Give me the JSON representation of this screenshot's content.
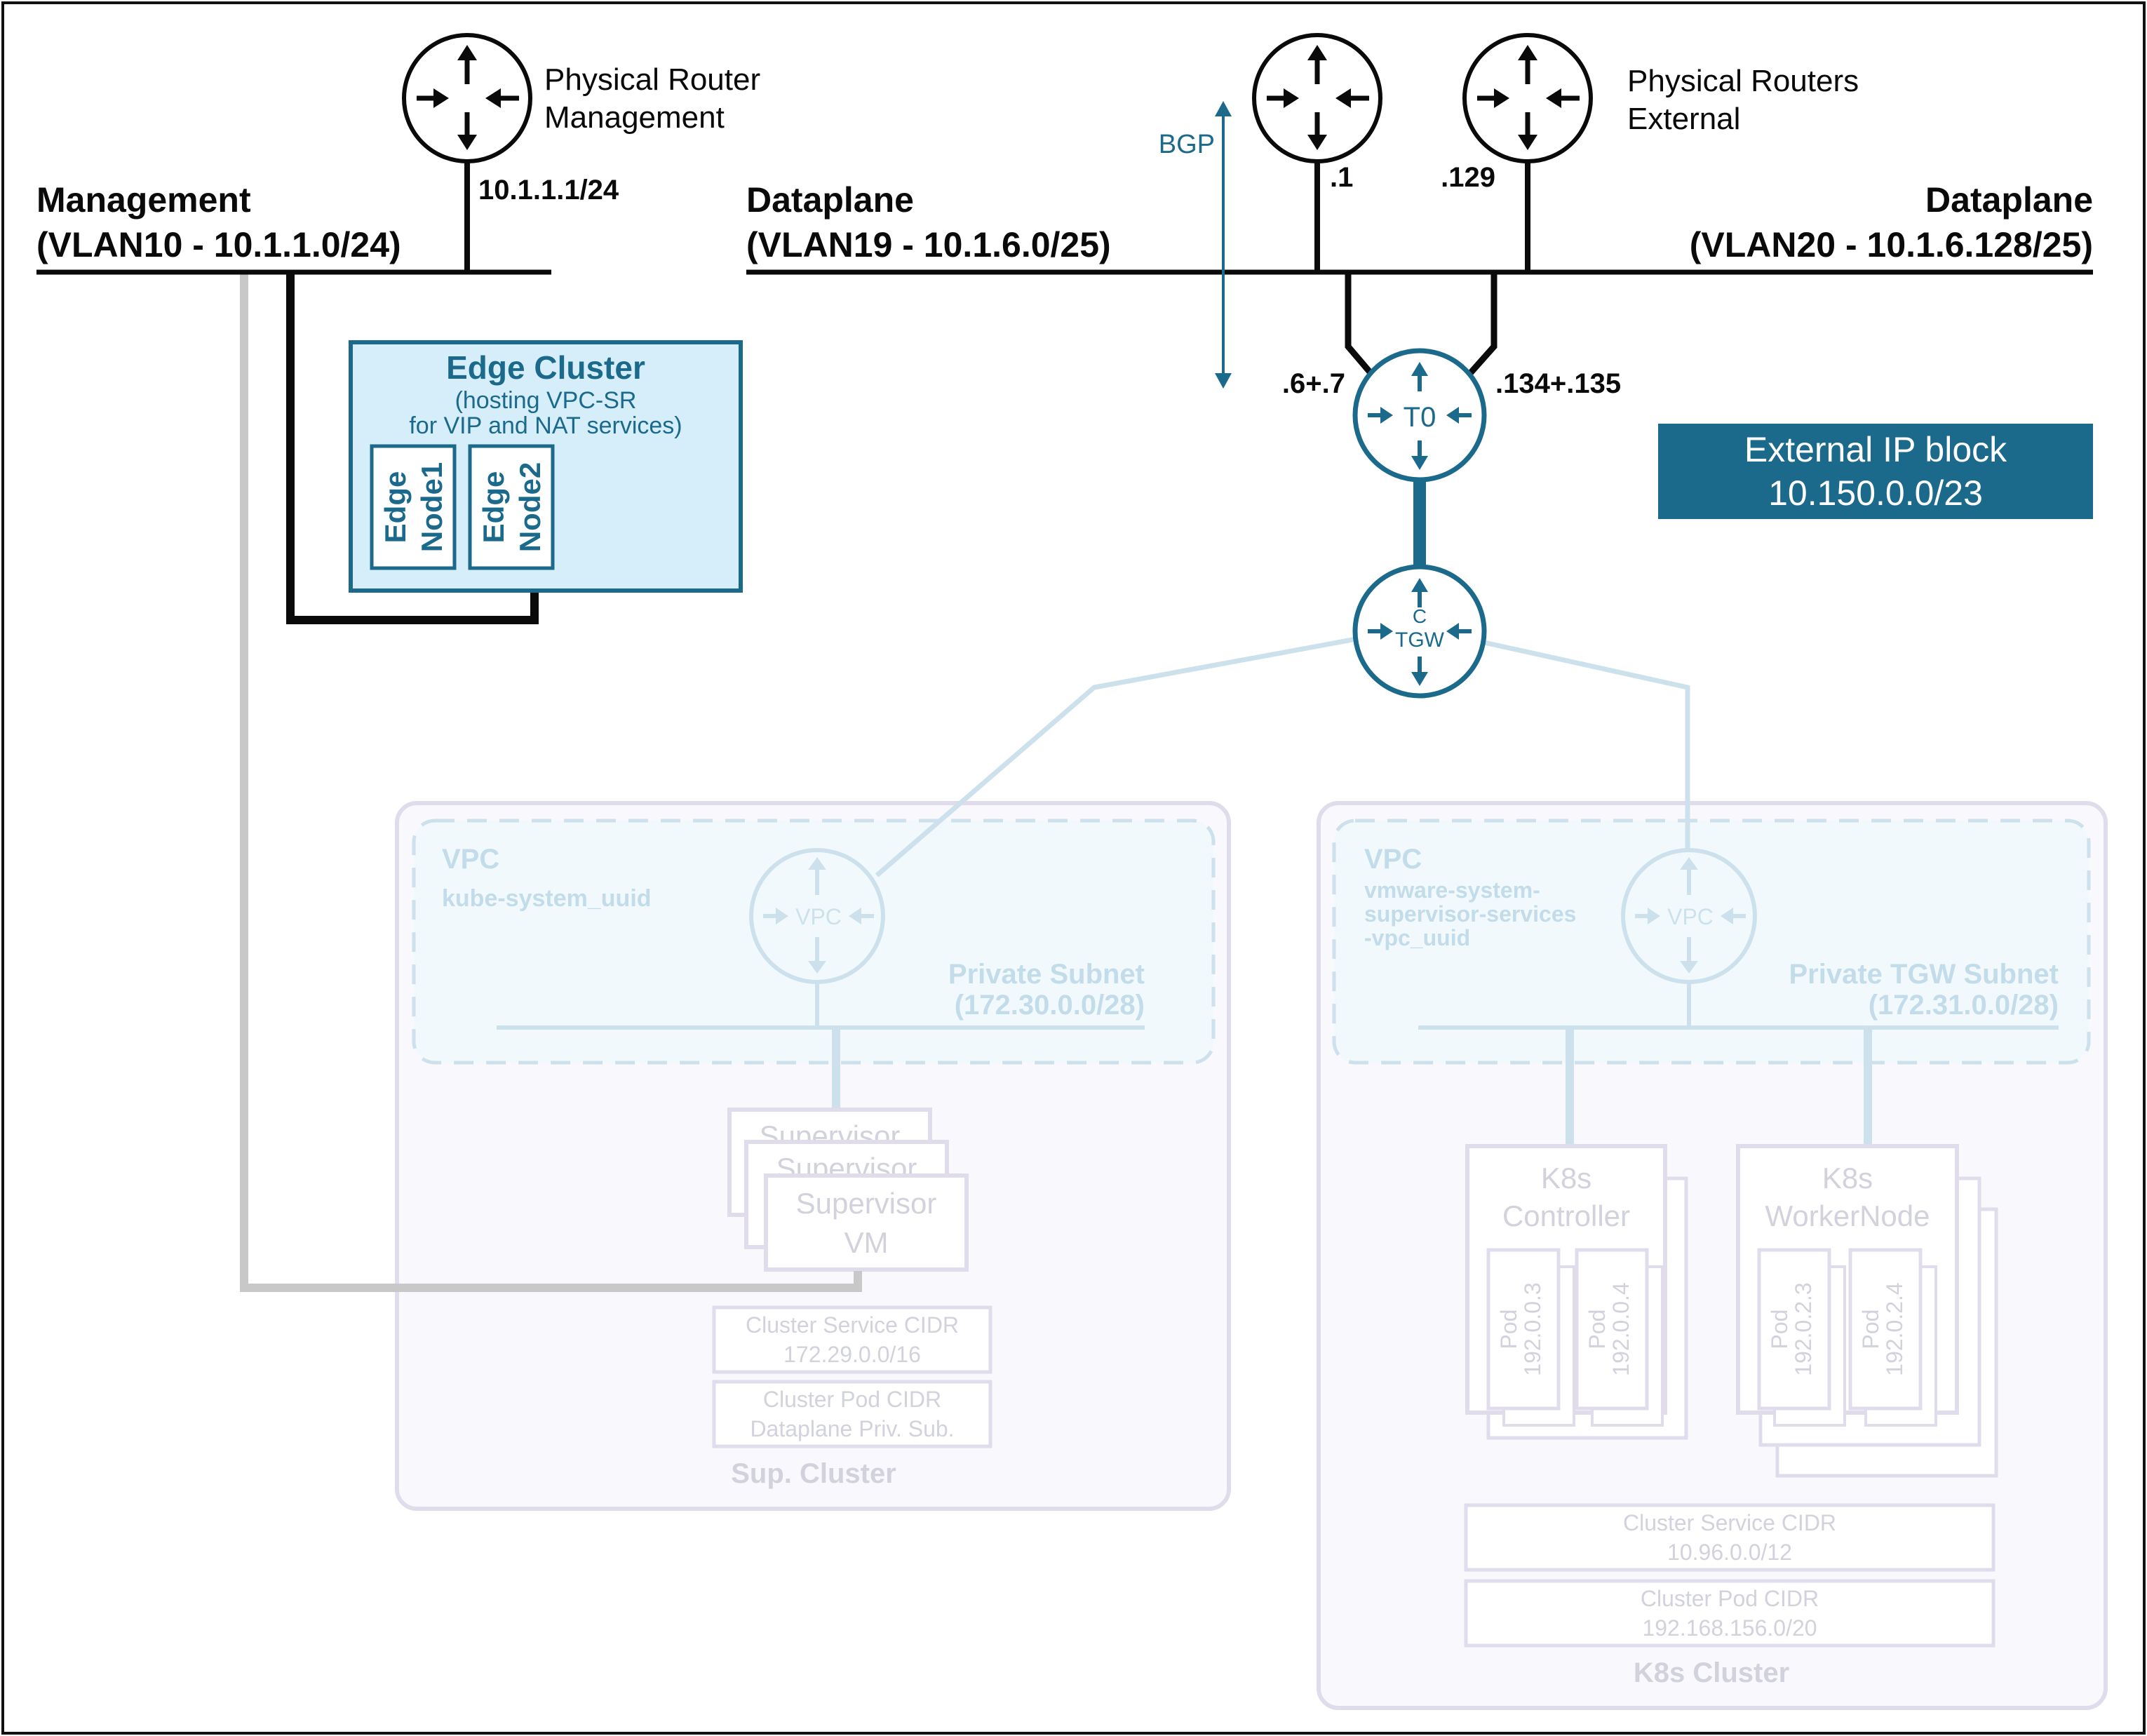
{
  "mgmt_router": {
    "label1": "Physical Router",
    "label2": "Management",
    "ip": "10.1.1.1/24"
  },
  "ext_routers": {
    "label1": "Physical Routers",
    "label2": "External",
    "ip_left": ".1",
    "ip_right": ".129"
  },
  "bgp": "BGP",
  "vlan10": {
    "title": "Management",
    "subtitle": "(VLAN10 - 10.1.1.0/24)"
  },
  "vlan19": {
    "title": "Dataplane",
    "subtitle": "(VLAN19 - 10.1.6.0/25)"
  },
  "vlan20": {
    "title": "Dataplane",
    "subtitle": "(VLAN20 - 10.1.6.128/25)"
  },
  "t0": {
    "label": "T0",
    "ip_left": ".6+.7",
    "ip_right": ".134+.135"
  },
  "tgw": {
    "label1": "C",
    "label2": "TGW"
  },
  "external_ip_block": {
    "line1": "External IP block",
    "line2": "10.150.0.0/23"
  },
  "edge_cluster": {
    "title": "Edge Cluster",
    "line1": "(hosting VPC-SR",
    "line2": "for VIP and NAT services)",
    "node1": {
      "l1": "Edge",
      "l2": "Node1"
    },
    "node2": {
      "l1": "Edge",
      "l2": "Node2"
    }
  },
  "sup_cluster": {
    "label": "Sup. Cluster",
    "vpc_label": "VPC",
    "vpc_name": "kube-system_uuid",
    "vpc_router": "VPC",
    "subnet_label": "Private Subnet",
    "subnet_cidr": "(172.30.0.0/28)",
    "vm_back": "Supervisor",
    "vm_front1": "Supervisor",
    "vm_front2": "VM",
    "svc_cidr_label": "Cluster Service CIDR",
    "svc_cidr_value": "172.29.0.0/16",
    "pod_cidr_label": "Cluster Pod CIDR",
    "pod_cidr_value": "Dataplane Priv. Sub."
  },
  "k8s_cluster": {
    "label": "K8s Cluster",
    "vpc_label": "VPC",
    "vpc_name1": "vmware-system-",
    "vpc_name2": "supervisor-services",
    "vpc_name3": "-vpc_uuid",
    "vpc_router": "VPC",
    "subnet_label": "Private TGW Subnet",
    "subnet_cidr": "(172.31.0.0/28)",
    "controller": {
      "l1": "K8s",
      "l2": "Controller",
      "pods": [
        {
          "l1": "Pod",
          "l2": "192.0.0.3"
        },
        {
          "l1": "Pod",
          "l2": "192.0.0.4"
        }
      ]
    },
    "worker": {
      "l1": "K8s",
      "l2": "WorkerNode",
      "pods": [
        {
          "l1": "Pod",
          "l2": "192.0.2.3"
        },
        {
          "l1": "Pod",
          "l2": "192.0.2.4"
        }
      ]
    },
    "svc_cidr_label": "Cluster Service CIDR",
    "svc_cidr_value": "10.96.0.0/12",
    "pod_cidr_label": "Cluster Pod CIDR",
    "pod_cidr_value": "192.168.156.0/20"
  },
  "colors": {
    "dark": "#0a0a0a",
    "teal": "#1b6a8c",
    "grey": "#c8c8c8",
    "faded_line": "#cde1ec",
    "faded_text": "#d2d2dc",
    "faded_blue_text": "#c2dce9",
    "cluster_border": "#e0dcec",
    "cluster_fill": "#f9f8fd",
    "vpc_fill": "#f2f9fd"
  }
}
